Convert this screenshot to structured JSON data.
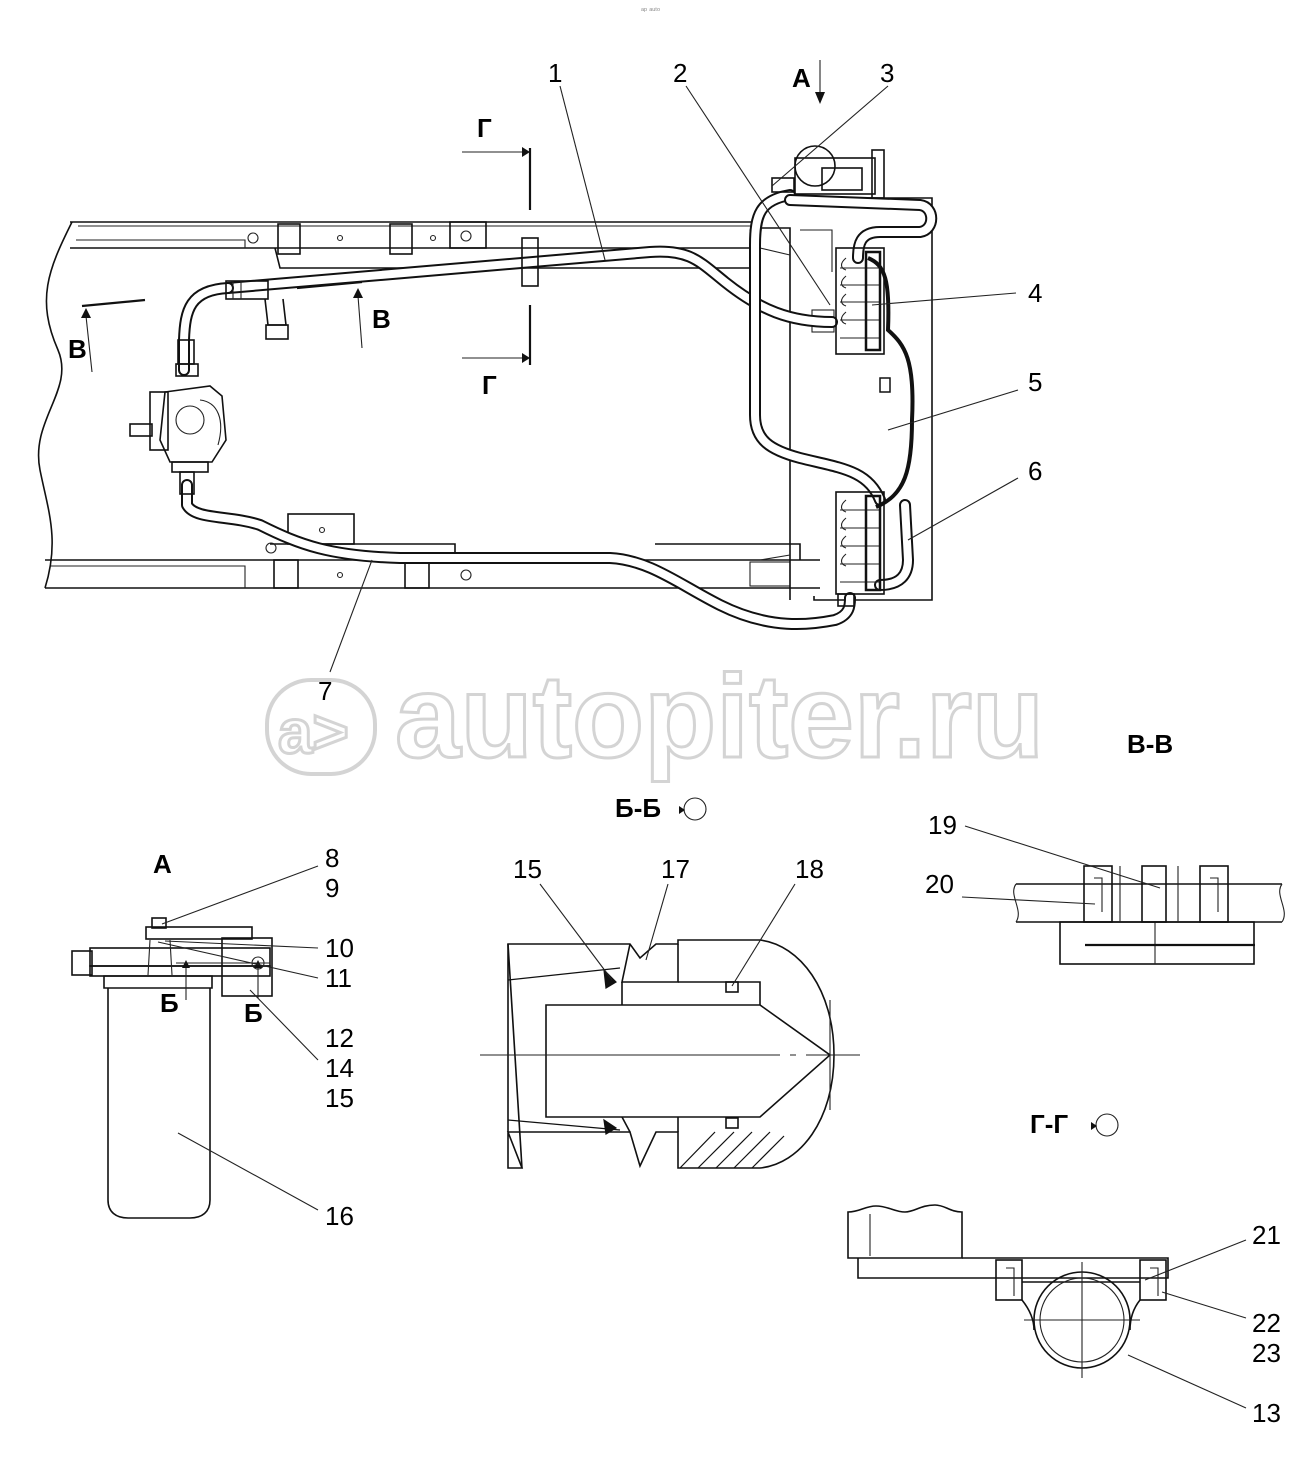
{
  "watermark": "autopiter.ru",
  "top_mark": "ᵃᵖ ᵃᵘᵗᵒ",
  "main_view": {
    "callouts": [
      "1",
      "2",
      "3",
      "4",
      "5",
      "6",
      "7"
    ],
    "section_letters": {
      "a": "А",
      "v": "В",
      "g": "Г"
    }
  },
  "view_a": {
    "title": "А",
    "callouts": [
      "8",
      "9",
      "10",
      "11",
      "12",
      "14",
      "15",
      "16"
    ],
    "cut_label": "Б"
  },
  "section_bb": {
    "title": "Б-Б",
    "callouts": [
      "15",
      "17",
      "18"
    ]
  },
  "section_vv": {
    "title": "В-В",
    "callouts": [
      "19",
      "20"
    ]
  },
  "section_gg": {
    "title": "Г-Г",
    "callouts": [
      "21",
      "22",
      "23",
      "13"
    ]
  }
}
